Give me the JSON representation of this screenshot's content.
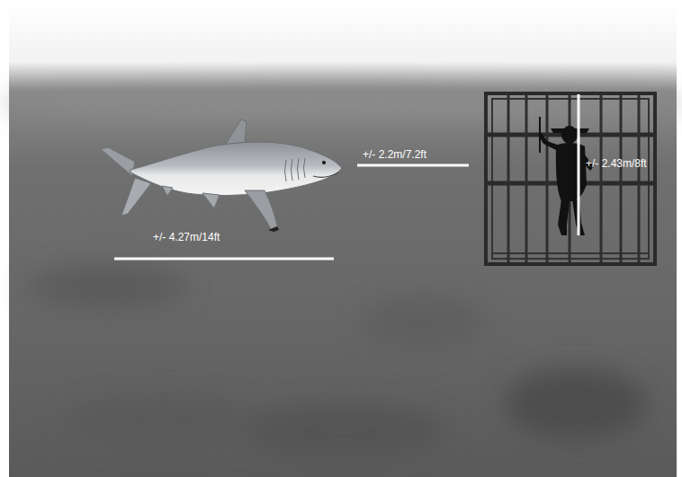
{
  "diagram": {
    "labels": [
      "+/- 4.27m/14ft",
      "+/- 2.2m/7.2ft",
      "+/- 2.43m/8ft"
    ]
  }
}
